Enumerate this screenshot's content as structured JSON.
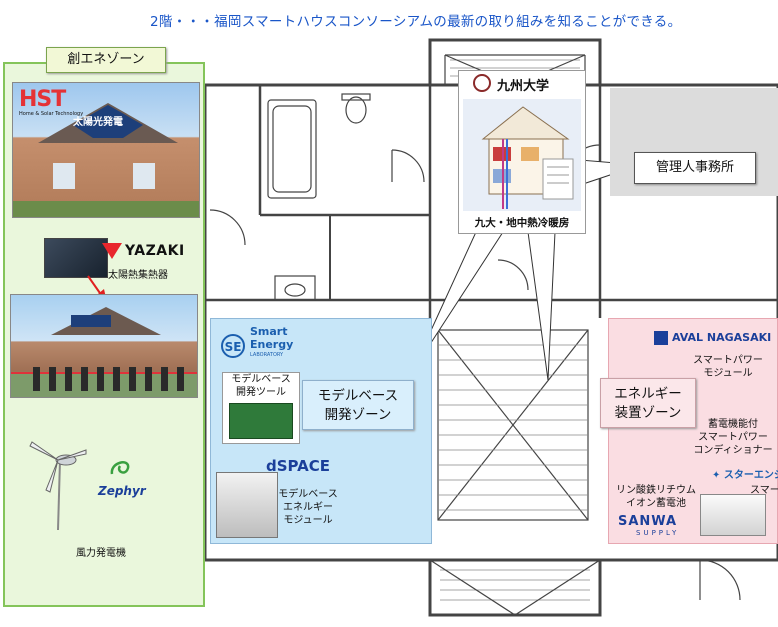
{
  "title": "2階・・・福岡スマートハウスコンソーシアムの最新の取り組みを知ることができる。",
  "zones": {
    "energy_creation": "創エネゾーン",
    "model_base_line1": "モデルベース",
    "model_base_line2": "開発ゾーン",
    "energy_device_line1": "エネルギー",
    "energy_device_line2": "装置ゾーン",
    "office": "管理人事務所"
  },
  "green": {
    "hst_logo": "HST",
    "hst_sub": "Home & Solar Technology",
    "solar_label": "太陽光発電",
    "yazaki_logo": "YAZAKI",
    "solar_heat_label": "太陽熱集熱器",
    "zephyr_logo": "Zephyr",
    "wind_label": "風力発電機"
  },
  "kyushu": {
    "name": "九州大学",
    "caption": "九大・地中熱冷暖房"
  },
  "blue": {
    "se_line1": "Smart",
    "se_line2": "Energy",
    "se_line3": "LABORATORY",
    "tool_line1": "モデルベース",
    "tool_line2": "開発ツール",
    "dspace_logo": "dSPACE",
    "module_line1": "モデルベース",
    "module_line2": "エネルギー",
    "module_line3": "モジュール"
  },
  "pink": {
    "aval_logo": "AVAL NAGASAKI",
    "smart_power_line1": "スマートパワー",
    "smart_power_line2": "モジュール",
    "storage_line1": "蓄電機能付",
    "storage_line2": "スマートパワー",
    "storage_line3": "コンディショナー",
    "star_logo": "スターエンジ",
    "star_sub": "スマー",
    "battery_line1": "リン酸鉄リチウム",
    "battery_line2": "イオン蓄電池",
    "sanwa_logo": "SANWA",
    "sanwa_sub": "SUPPLY"
  },
  "colors": {
    "title": "#1a56c8",
    "green_zone": "#eaf7dc",
    "blue_zone": "#c7e6f8",
    "pink_zone": "#fadde2",
    "office_zone": "#dcdcdc"
  }
}
